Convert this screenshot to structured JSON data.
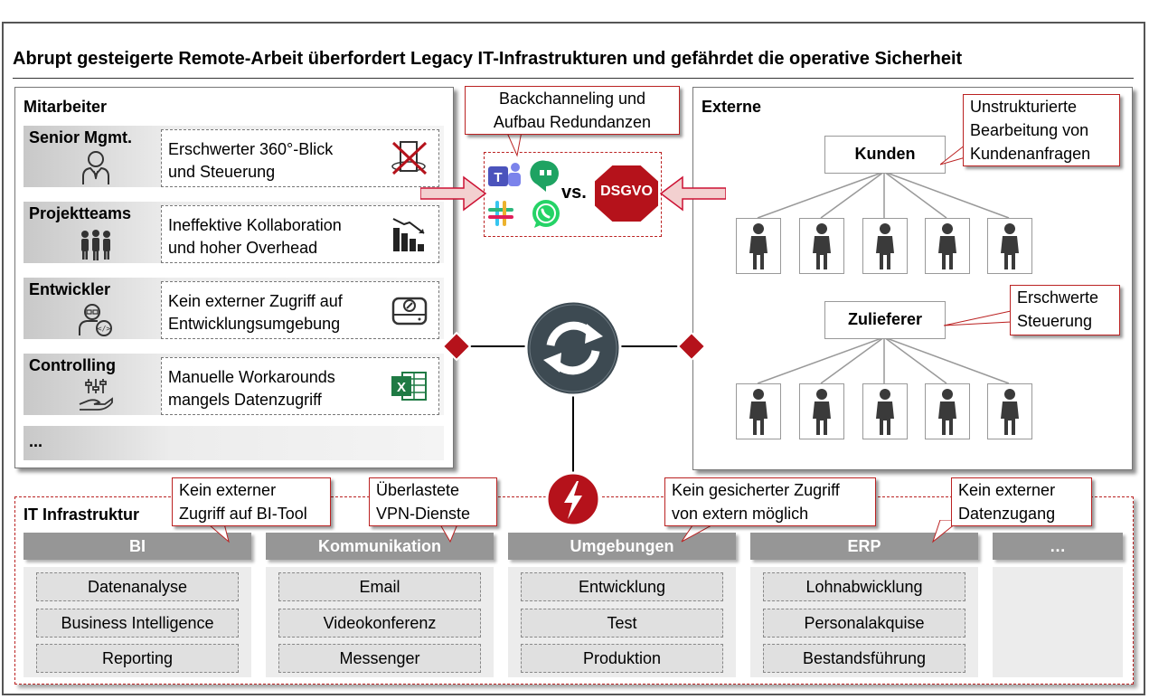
{
  "title": "Abrupt gesteigerte Remote-Arbeit überfordert Legacy IT-Infrastrukturen und gefährdet die operative Sicherheit",
  "mitarbeiter": {
    "title": "Mitarbeiter",
    "roles": [
      {
        "name": "Senior Mgmt.",
        "issue_l1": "Erschwerter 360°-Blick",
        "issue_l2": "und Steuerung",
        "icon": "manager-icon",
        "issue_icon": "crossed-out-360-view-icon"
      },
      {
        "name": "Projektteams",
        "issue_l1": "Ineffektive Kollaboration",
        "issue_l2": "und hoher Overhead",
        "icon": "team-icon",
        "issue_icon": "declining-bar-chart-icon"
      },
      {
        "name": "Entwickler",
        "issue_l1": "Kein externer Zugriff auf",
        "issue_l2": "Entwicklungsumgebung",
        "icon": "developer-icon",
        "issue_icon": "hard-drive-icon"
      },
      {
        "name": "Controlling",
        "issue_l1": "Manuelle Workarounds",
        "issue_l2": "mangels Datenzugriff",
        "icon": "controlling-hand-icon",
        "issue_icon": "excel-icon"
      }
    ],
    "more": "..."
  },
  "center": {
    "callout_l1": "Backchanneling und",
    "callout_l2": "Aufbau Redundanzen",
    "vs": "vs.",
    "stop_label": "DSGVO"
  },
  "externe": {
    "title": "Externe",
    "kunden": "Kunden",
    "zulieferer": "Zulieferer",
    "callout_kunden_l1": "Unstrukturierte",
    "callout_kunden_l2": "Bearbeitung von",
    "callout_kunden_l3": "Kundenanfragen",
    "callout_zul_l1": "Erschwerte",
    "callout_zul_l2": "Steuerung"
  },
  "it": {
    "title": "IT Infrastruktur",
    "callouts": [
      {
        "l1": "Kein externer",
        "l2": "Zugriff auf BI-Tool"
      },
      {
        "l1": "Überlastete",
        "l2": "VPN-Dienste"
      },
      {
        "l1": "Kein gesicherter Zugriff",
        "l2": "von extern möglich"
      },
      {
        "l1": "Kein externer",
        "l2": "Datenzugang"
      }
    ],
    "columns": [
      {
        "head": "BI",
        "items": [
          "Datenanalyse",
          "Business Intelligence",
          "Reporting"
        ]
      },
      {
        "head": "Kommunikation",
        "items": [
          "Email",
          "Videokonferenz",
          "Messenger"
        ]
      },
      {
        "head": "Umgebungen",
        "items": [
          "Entwicklung",
          "Test",
          "Produktion"
        ]
      },
      {
        "head": "ERP",
        "items": [
          "Lohnabwicklung",
          "Personalakquise",
          "Bestandsführung"
        ]
      },
      {
        "head": "…",
        "items": []
      }
    ]
  },
  "colors": {
    "accent": "#b5121b",
    "hub": "#3d4a52",
    "header_gray": "#969696"
  }
}
